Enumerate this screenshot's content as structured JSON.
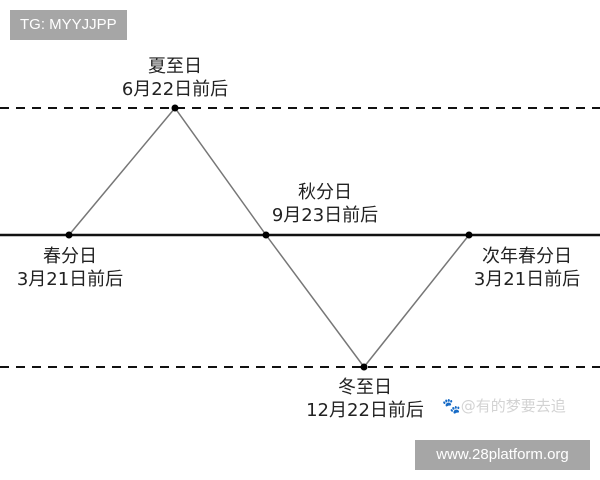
{
  "badges": {
    "top_left": "TG: MYYJJPP",
    "bottom_right": "www.28platform.org"
  },
  "watermark": {
    "icon": "paw-icon",
    "text": "@有的梦要去追"
  },
  "diagram": {
    "description": "Sun's apparent path through the year: solstices and equinoxes",
    "reference_lines": [
      {
        "id": "tropic-north",
        "style": "dashed"
      },
      {
        "id": "equator",
        "style": "solid"
      },
      {
        "id": "tropic-south",
        "style": "dashed"
      }
    ],
    "nodes": [
      {
        "id": "spring-equinox",
        "name": "春分日",
        "date": "3月21日前后"
      },
      {
        "id": "summer-solstice",
        "name": "夏至日",
        "date": "6月22日前后"
      },
      {
        "id": "autumn-equinox",
        "name": "秋分日",
        "date": "9月23日前后"
      },
      {
        "id": "winter-solstice",
        "name": "冬至日",
        "date": "12月22日前后"
      },
      {
        "id": "next-spring-equinox",
        "name": "次年春分日",
        "date": "3月21日前后"
      }
    ]
  }
}
